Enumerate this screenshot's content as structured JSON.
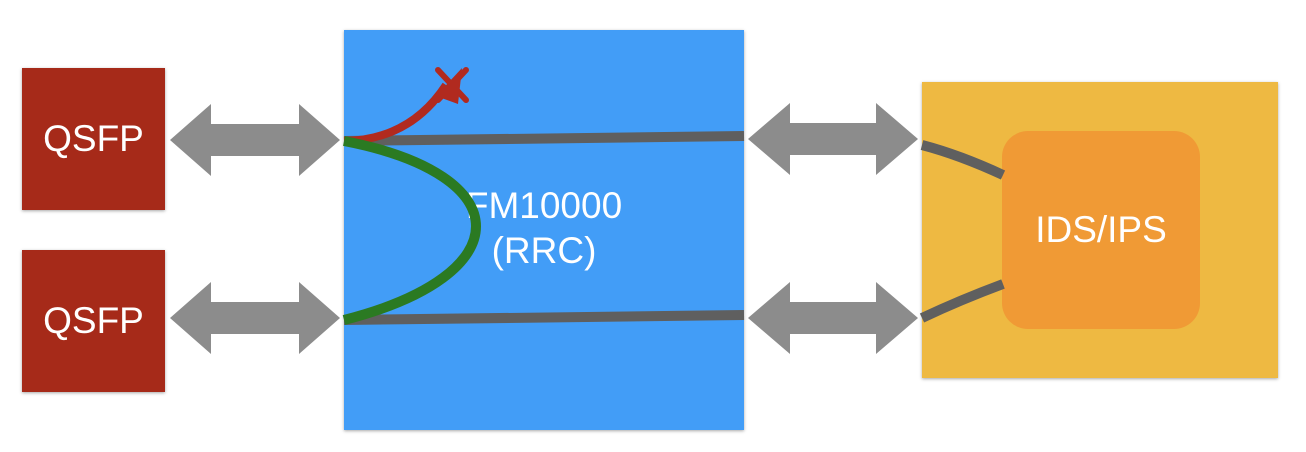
{
  "qsfp_top": {
    "label": "QSFP"
  },
  "qsfp_bottom": {
    "label": "QSFP"
  },
  "switch": {
    "name": "FM10000",
    "subtitle": "(RRC)"
  },
  "ids": {
    "label": "IDS/IPS"
  },
  "colors": {
    "qsfp": "#a62a19",
    "switch": "#429df7",
    "appliance": "#eeb942",
    "ids": "#f09a35",
    "arrow": "#8c8c8c",
    "link_line": "#5f5f5f",
    "blocked_path": "#b12a1f",
    "redirect_path": "#2b7a22"
  },
  "icons": [
    "double-arrow-icon",
    "blocked-x-icon"
  ]
}
